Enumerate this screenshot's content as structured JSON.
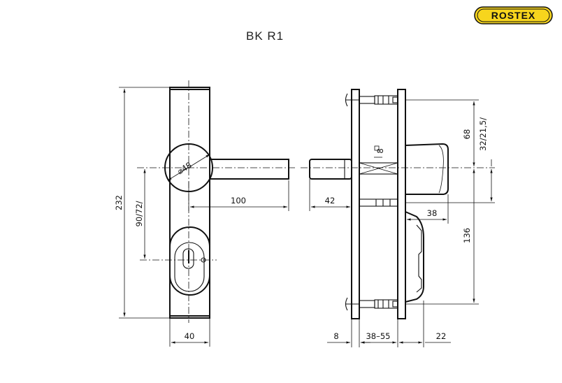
{
  "title": "BK   R1",
  "brand": {
    "name": "ROSTEX",
    "bg_color": "#f7d51d",
    "text_color": "#111111"
  },
  "dimensions": {
    "rosette_diameter": "⌀48",
    "lever_length": "100",
    "plate_height": "232",
    "hole_spacing": "90/72/",
    "plate_width": "40",
    "spindle_offset": "42",
    "square": "8",
    "height_upper": "68",
    "cylinder_offset": "32/21,5/",
    "depth_38": "38",
    "height_lower": "136",
    "plate_thickness": "8",
    "door_thickness": "38–55",
    "back_depth": "22"
  }
}
